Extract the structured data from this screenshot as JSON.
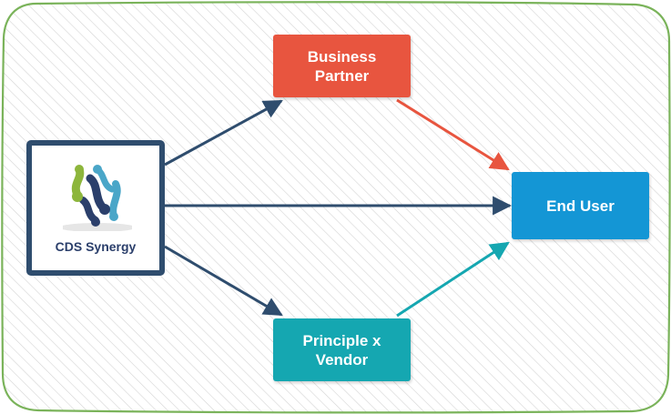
{
  "nodes": {
    "business_partner": "Business\nPartner",
    "principle_vendor": "Principle x\nVendor",
    "end_user": "End User",
    "cds_synergy": "CDS Synergy"
  },
  "colors": {
    "business_partner": "#e8553f",
    "principle_vendor": "#15a7b1",
    "end_user": "#1496d5",
    "cds_border": "#2f4d6e",
    "connector_dark": "#2f4d6e",
    "frame_border": "#7ab35a",
    "hatch": "#d4d4d4"
  },
  "edges": [
    {
      "from": "cds_synergy",
      "to": "business_partner",
      "color": "#2f4d6e"
    },
    {
      "from": "cds_synergy",
      "to": "end_user",
      "color": "#2f4d6e"
    },
    {
      "from": "cds_synergy",
      "to": "principle_vendor",
      "color": "#2f4d6e"
    },
    {
      "from": "business_partner",
      "to": "end_user",
      "color": "#e8553f"
    },
    {
      "from": "principle_vendor",
      "to": "end_user",
      "color": "#15a7b1"
    }
  ]
}
